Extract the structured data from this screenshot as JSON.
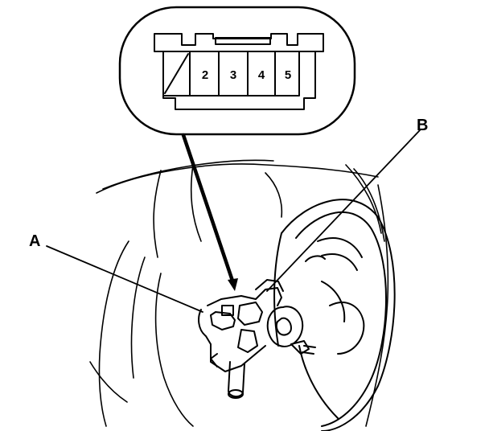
{
  "callouts": {
    "a": "A",
    "b": "B"
  },
  "connector": {
    "pins": [
      "2",
      "3",
      "4",
      "5"
    ]
  }
}
